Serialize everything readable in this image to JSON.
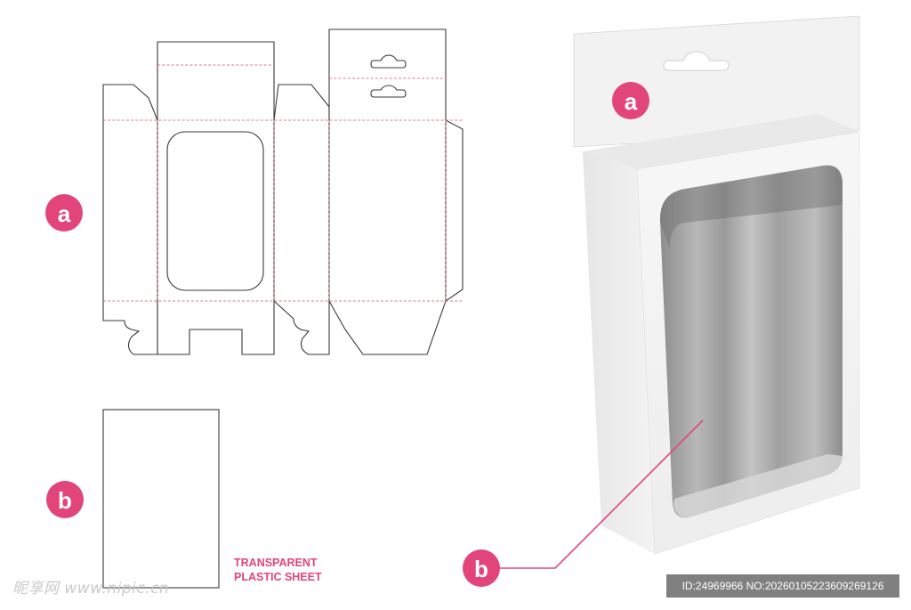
{
  "labels": {
    "a": "a",
    "b": "b"
  },
  "caption": {
    "line1": "TRANSPARENT",
    "line2": "PLASTIC SHEET"
  },
  "watermark": "昵享网 www.nipic.cn",
  "image_id": "ID:24969966 NO:20260105223609269126",
  "colors": {
    "accent": "#e2457a",
    "dieline": "#3a3a3a",
    "fold_line": "#d97b8a",
    "box_face": "#f4f4f4",
    "window_inner": "#9a9a9a"
  }
}
